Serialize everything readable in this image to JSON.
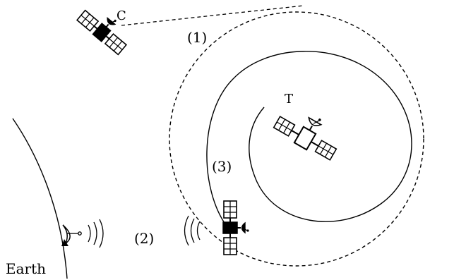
{
  "labels": {
    "satellite_c": "C",
    "satellite_t": "T",
    "step_1": "(1)",
    "step_2": "(2)",
    "step_3": "(3)",
    "earth": "Earth"
  }
}
